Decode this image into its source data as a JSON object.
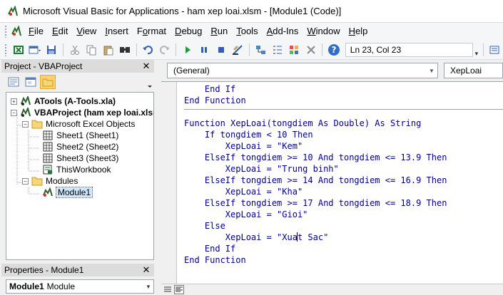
{
  "window": {
    "title": "Microsoft Visual Basic for Applications - ham xep loai.xlsm - [Module1 (Code)]"
  },
  "menu": [
    "File",
    "Edit",
    "View",
    "Insert",
    "Format",
    "Debug",
    "Run",
    "Tools",
    "Add-Ins",
    "Window",
    "Help"
  ],
  "menu_access_keys": [
    "F",
    "E",
    "V",
    "I",
    "o",
    "D",
    "R",
    "T",
    "A",
    "W",
    "H"
  ],
  "toolbar": {
    "status": "Ln 23, Col 23",
    "icons": [
      "excel-view-icon",
      "insert-userform-icon",
      "save-icon",
      "cut-icon",
      "copy-icon",
      "paste-icon",
      "find-icon",
      "undo-icon",
      "redo-icon",
      "run-icon",
      "break-icon",
      "reset-icon",
      "design-mode-icon",
      "project-explorer-icon",
      "properties-window-icon",
      "object-browser-icon",
      "toolbox-icon",
      "help-icon"
    ]
  },
  "project_panel": {
    "title": "Project - VBAProject",
    "tree": [
      {
        "label": "ATools (A-Tools.xla)",
        "bold": true,
        "expander": "+",
        "level": 0,
        "icon": "vba-project-icon"
      },
      {
        "label": "VBAProject (ham xep loai.xlsm)",
        "bold": true,
        "expander": "-",
        "level": 0,
        "icon": "vba-project-icon"
      },
      {
        "label": "Microsoft Excel Objects",
        "bold": false,
        "expander": "-",
        "level": 1,
        "icon": "folder-icon"
      },
      {
        "label": "Sheet1 (Sheet1)",
        "bold": false,
        "expander": "",
        "level": 2,
        "icon": "sheet-icon"
      },
      {
        "label": "Sheet2 (Sheet2)",
        "bold": false,
        "expander": "",
        "level": 2,
        "icon": "sheet-icon"
      },
      {
        "label": "Sheet3 (Sheet3)",
        "bold": false,
        "expander": "",
        "level": 2,
        "icon": "sheet-icon"
      },
      {
        "label": "ThisWorkbook",
        "bold": false,
        "expander": "",
        "level": 2,
        "icon": "workbook-icon"
      },
      {
        "label": "Modules",
        "bold": false,
        "expander": "-",
        "level": 1,
        "icon": "folder-icon"
      },
      {
        "label": "Module1",
        "bold": false,
        "expander": "",
        "level": 2,
        "icon": "module-icon",
        "selected": true
      }
    ]
  },
  "properties_panel": {
    "title": "Properties - Module1",
    "object_name": "Module1",
    "object_type": "Module"
  },
  "code_window": {
    "object_combo": "(General)",
    "procedure_combo": "XepLoai",
    "lines": [
      "    End If",
      "End Function",
      "",
      "Function XepLoai(tongdiem As Double) As String",
      "    If tongdiem < 10 Then",
      "        XepLoai = \"Kem\"",
      "    ElseIf tongdiem >= 10 And tongdiem <= 13.9 Then",
      "        XepLoai = \"Trung binh\"",
      "    ElseIf tongdiem >= 14 And tongdiem <= 16.9 Then",
      "        XepLoai = \"Kha\"",
      "    ElseIf tongdiem >= 17 And tongdiem <= 18.9 Then",
      "        XepLoai = \"Gioi\"",
      "    Else",
      "        XepLoai = \"Xuat Sac\"",
      "    End If",
      "End Function"
    ]
  }
}
